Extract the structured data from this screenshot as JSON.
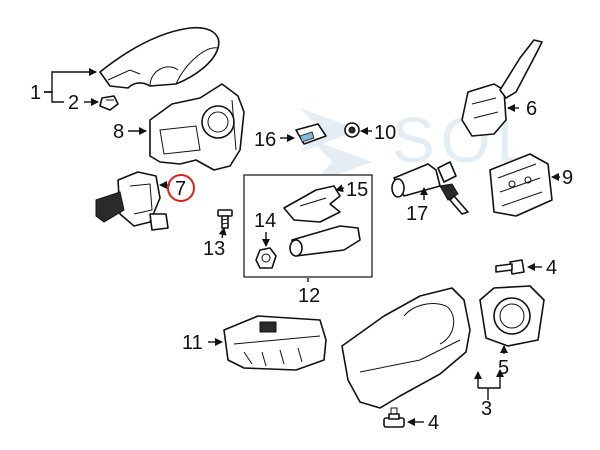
{
  "callouts": {
    "c1": "1",
    "c2": "2",
    "c3": "3",
    "c4a": "4",
    "c4b": "4",
    "c5": "5",
    "c6": "6",
    "c7": "7",
    "c8": "8",
    "c9": "9",
    "c10": "10",
    "c11": "11",
    "c12": "12",
    "c13": "13",
    "c14": "14",
    "c15": "15",
    "c16": "16",
    "c17": "17"
  },
  "highlight": {
    "callout": "7",
    "color": "#e0201c"
  },
  "watermark": {
    "text": "SOL",
    "color": "#cfe0ec"
  }
}
